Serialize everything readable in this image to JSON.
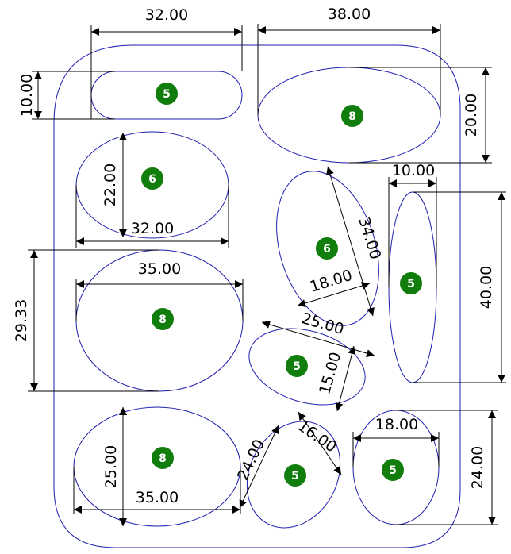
{
  "colors": {
    "outline": "#1f1fb0",
    "dimension": "#000000",
    "badge_fill": "#117d0c",
    "badge_stroke": "#ffffff",
    "badge_text": "#ffffff"
  },
  "shapes": [
    {
      "id": "slot-top-left",
      "badge": "5",
      "dims": [
        "32.00",
        "10.00"
      ]
    },
    {
      "id": "ellipse-top-right",
      "badge": "8",
      "dims": [
        "38.00",
        "20.00"
      ]
    },
    {
      "id": "ellipse-mid-left",
      "badge": "6",
      "dims": [
        "22.00",
        "32.00"
      ]
    },
    {
      "id": "ellipse-center-tilted",
      "badge": "6",
      "dims": [
        "34.00",
        "18.00"
      ]
    },
    {
      "id": "ellipse-right-tall",
      "badge": "5",
      "dims": [
        "10.00",
        "40.00"
      ]
    },
    {
      "id": "ellipse-left-large",
      "badge": "8",
      "dims": [
        "35.00",
        "29.33"
      ]
    },
    {
      "id": "ellipse-center-small",
      "badge": "5",
      "dims": [
        "25.00",
        "15.00"
      ]
    },
    {
      "id": "ellipse-bottom-left",
      "badge": "8",
      "dims": [
        "25.00",
        "35.00"
      ]
    },
    {
      "id": "ellipse-bottom-center",
      "badge": "5",
      "dims": [
        "24.00",
        "16.00"
      ]
    },
    {
      "id": "ellipse-bottom-right",
      "badge": "5",
      "dims": [
        "18.00",
        "24.00"
      ]
    }
  ]
}
